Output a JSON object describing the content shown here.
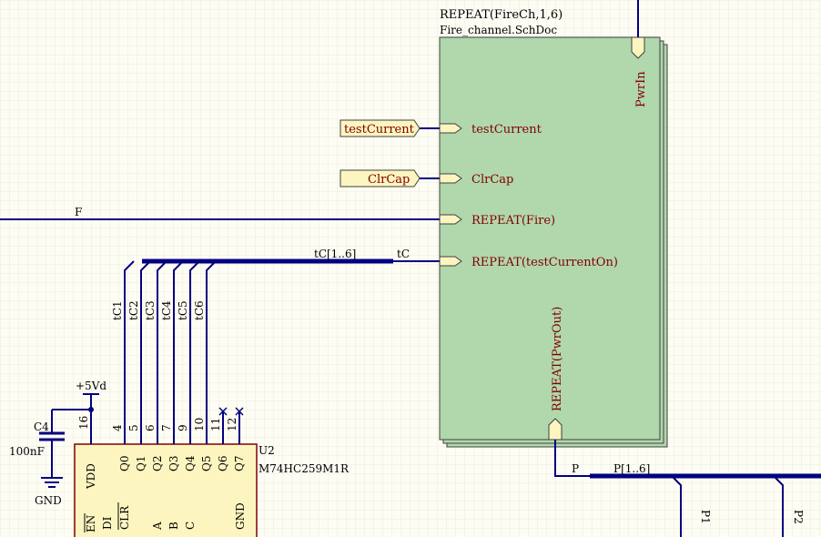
{
  "colors": {
    "background": "#fefdf4",
    "grid": "#ecebdf",
    "wire": "#000080",
    "text_dark": "#000000",
    "text_red": "#800000",
    "sheet_fill": "#b1d7ad",
    "port_fill": "#fcf5c0"
  },
  "sheet": {
    "designator": "REPEAT(FireCh,1,6)",
    "filename": "Fire_channel.SchDoc",
    "entries": {
      "pwr_in": "PwrIn",
      "test_current": "testCurrent",
      "clr_cap": "ClrCap",
      "repeat_fire": "REPEAT(Fire)",
      "repeat_test_current_on": "REPEAT(testCurrentOn)",
      "repeat_pwr_out": "REPEAT(PwrOut)"
    }
  },
  "ports": {
    "test_current": "testCurrent",
    "clr_cap": "ClrCap"
  },
  "nets": {
    "f": "F",
    "tc_bus": "tC[1..6]",
    "tc": "tC",
    "p": "P",
    "p_bus": "P[1..6]",
    "p1": "P1",
    "p2": "P2",
    "branches": [
      "tC1",
      "tC2",
      "tC3",
      "tC4",
      "tC5",
      "tC6"
    ]
  },
  "power": {
    "vdd_net": "+5Vd",
    "gnd_label": "GND"
  },
  "capacitor": {
    "designator": "C4",
    "value": "100nF"
  },
  "ic": {
    "designator": "U2",
    "part": "M74HC259M1R",
    "pin_numbers": [
      "16",
      "4",
      "5",
      "6",
      "7",
      "9",
      "10",
      "11",
      "12"
    ],
    "pin_names": {
      "vdd": "VDD",
      "outputs": [
        "Q0",
        "Q1",
        "Q2",
        "Q3",
        "Q4",
        "Q5",
        "Q6",
        "Q7"
      ],
      "en": "EN",
      "di": "DI",
      "clr": "CLR",
      "a": "A",
      "b": "B",
      "c": "C",
      "gnd": "GND"
    }
  }
}
